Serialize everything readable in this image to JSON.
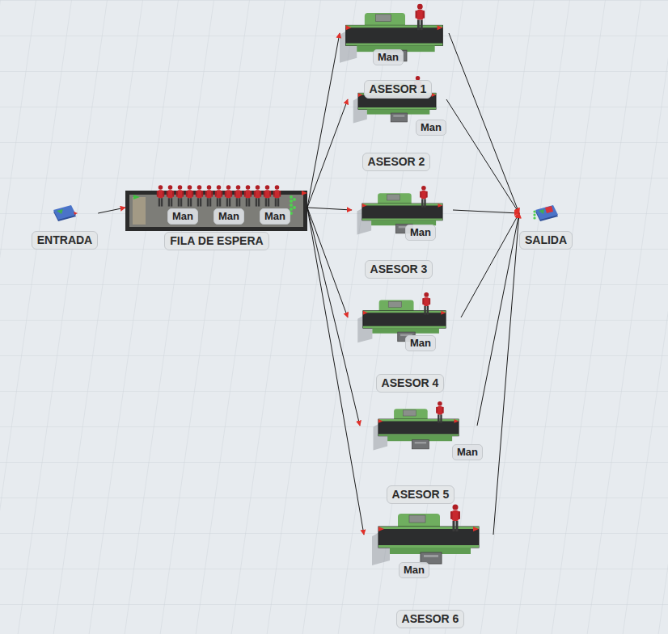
{
  "diagram": {
    "nodes": [
      {
        "text": [
          "ENTRADA"
        ]
      },
      {
        "text": [
          "FILA DE ESPERA"
        ]
      },
      {
        "text": [
          "ASESOR 1"
        ]
      },
      {
        "text": [
          "ASESOR 2"
        ]
      },
      {
        "text": [
          "ASESOR 3"
        ]
      },
      {
        "text": [
          "ASESOR 4"
        ]
      },
      {
        "text": [
          "ASESOR 5"
        ]
      },
      {
        "text": [
          "ASESOR 6"
        ]
      },
      {
        "text": [
          "SALIDA"
        ]
      }
    ],
    "edges": [
      {
        "from": 0,
        "to": 1,
        "arrow": "to"
      },
      {
        "from": 1,
        "to": 2,
        "arrow": "to"
      },
      {
        "from": 1,
        "to": 3,
        "arrow": "to"
      },
      {
        "from": 1,
        "to": 4,
        "arrow": "to"
      },
      {
        "from": 1,
        "to": 5,
        "arrow": "to"
      },
      {
        "from": 1,
        "to": 6,
        "arrow": "to"
      },
      {
        "from": 1,
        "to": 7,
        "arrow": "to"
      },
      {
        "from": 2,
        "to": 8,
        "arrow": "to"
      },
      {
        "from": 3,
        "to": 8,
        "arrow": "to"
      },
      {
        "from": 4,
        "to": 8,
        "arrow": "to"
      },
      {
        "from": 5,
        "to": 8,
        "arrow": "to"
      },
      {
        "from": 6,
        "to": 8,
        "arrow": "to"
      },
      {
        "from": 7,
        "to": 8,
        "arrow": "to"
      }
    ],
    "labels": [
      "Man",
      "Man",
      "Man",
      "Man",
      "Man",
      "Man",
      "Man",
      "Man",
      "Man"
    ]
  }
}
